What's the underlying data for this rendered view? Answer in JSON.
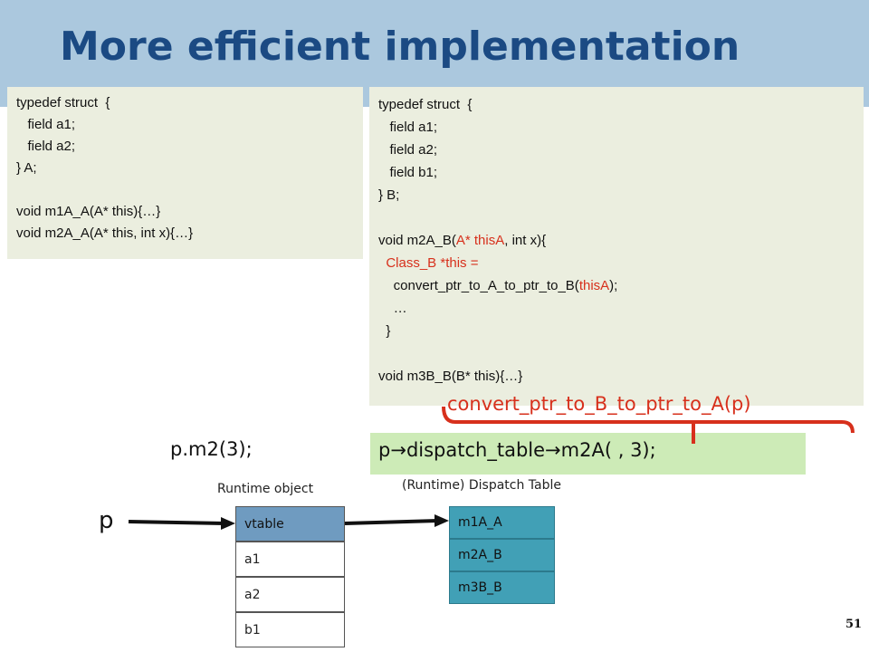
{
  "slide": {
    "title": "More efficient implementation",
    "page_number": "51"
  },
  "struct_a": {
    "lines": [
      "typedef struct  {",
      "   field a1;",
      "   field a2;",
      "} A;",
      "",
      "void m1A_A(A* this){…}",
      "void m2A_A(A* this, int x){…}"
    ]
  },
  "struct_b": {
    "line1": "typedef struct  {",
    "line2": "   field a1;",
    "line3": "   field a2;",
    "line4": "   field b1;",
    "line5": "} B;",
    "line6_pre": "void m2A_B(",
    "line6_red": "A* thisA",
    "line6_post": ", int x){",
    "line7_red": "  Class_B *this =",
    "line8_pre": "    convert_ptr_to_A_to_ptr_to_B(",
    "line8_red": "thisA",
    "line8_post": ");",
    "line9": "    …",
    "line10": "  }",
    "line11": "void m3B_B(B* this){…}"
  },
  "overlay": {
    "convert_text": "convert_ptr_to_B_to_ptr_to_A(p)"
  },
  "call": {
    "text": "p.m2(3);"
  },
  "dispatch": {
    "prefix": "p",
    "arrow1": "→",
    "middle": "dispatch_table",
    "arrow2": "→",
    "method": "m2A(",
    "args": " , 3);"
  },
  "labels": {
    "runtime_object": "Runtime object",
    "dispatch_table": "(Runtime) Dispatch Table",
    "pointer": "p"
  },
  "runtime_object": {
    "cells": [
      "vtable",
      "a1",
      "a2",
      "b1"
    ]
  },
  "dispatch_table": {
    "cells": [
      "m1A_A",
      "m2A_B",
      "m3B_B"
    ]
  },
  "colors": {
    "title_band": "#abc8de",
    "title_text": "#1b4a83",
    "code_bg": "#ebeedf",
    "highlight_red": "#d7301c",
    "dispatch_band": "#cdebb7",
    "vtable_cell": "#6f9bc0",
    "dispatch_cell": "#41a0b6"
  }
}
